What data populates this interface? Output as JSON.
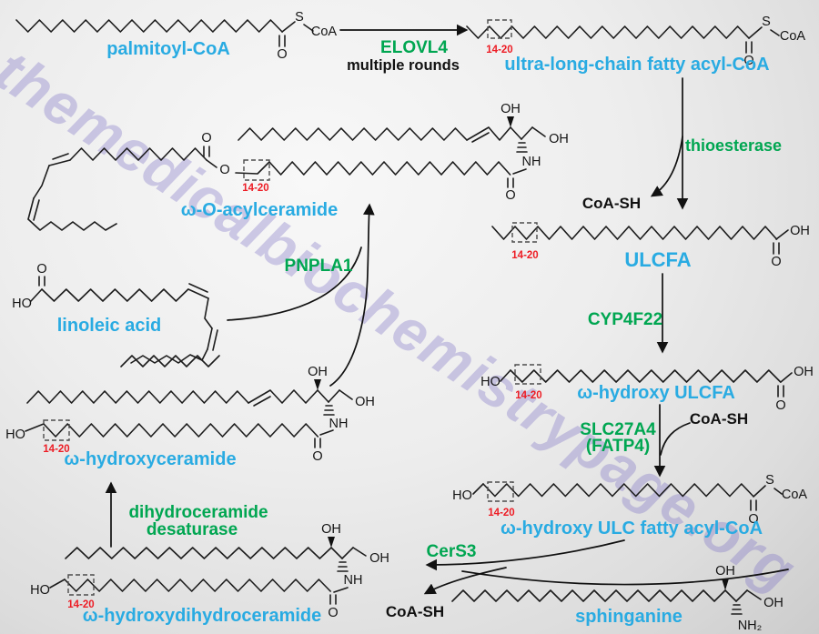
{
  "watermark": "themedicalbiochemistrypage.org",
  "colors": {
    "label": "#29abe2",
    "enzyme": "#00a651",
    "range": "#ed1c24",
    "structure": "#1c1c1c"
  },
  "atoms": {
    "o": "O",
    "oh": "OH",
    "ho": "HO",
    "s": "S",
    "coa": "CoA",
    "nh": "NH",
    "nh2": "NH₂",
    "coash": "CoA-SH",
    "range": "14-20"
  },
  "molecules": {
    "palmitoyl_coa": "palmitoyl-CoA",
    "ulc_fatty_acyl_coa": "ultra-long-chain fatty acyl-CoA",
    "ulcfa": "ULCFA",
    "w_hydroxy_ulcfa": "ω-hydroxy ULCFA",
    "w_hydroxy_ulc_fatty_acyl_coa": "ω-hydroxy ULC fatty acyl-CoA",
    "sphinganine": "sphinganine",
    "w_hydroxydihydroceramide": "ω-hydroxydihydroceramide",
    "w_hydroxyceramide": "ω-hydroxyceramide",
    "w_o_acylceramide": "ω-O-acylceramide",
    "linoleic_acid": "linoleic acid"
  },
  "enzymes": {
    "elovl4": "ELOVL4",
    "elovl4_note": "multiple rounds",
    "thioesterase": "thioesterase",
    "cyp4f22": "CYP4F22",
    "slc27a4": "SLC27A4",
    "fatp4": "(FATP4)",
    "cers3": "CerS3",
    "desaturase_line1": "dihydroceramide",
    "desaturase_line2": "desaturase",
    "pnpla1": "PNPLA1"
  }
}
